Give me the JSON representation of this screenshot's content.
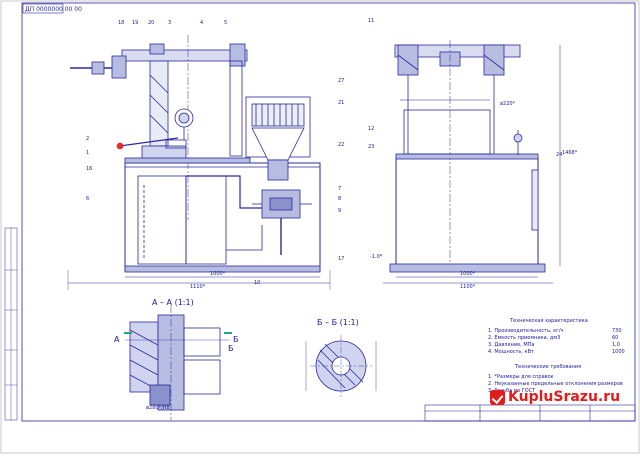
{
  "drawing": {
    "stamp_code": "ДП 0000000 00 00",
    "section_aa_title": "А – А (1:1)",
    "section_bb_title": "Б – Б (1:1)",
    "section_a_mark_left": "А",
    "section_b_mark_left": "Б",
    "section_b_mark_right": "Б",
    "spec_title": "Техническая характеристика",
    "spec_items": [
      "1. Производительность, кг/ч",
      "2. Емкость приемника, дм3",
      "3. Давление, МПа",
      "4. Мощность, кВт"
    ],
    "spec_values": [
      "730",
      "60",
      "1,0",
      "1000"
    ],
    "tech_title": "Технические требования",
    "tech_items": [
      "1. *Размеры для справок",
      "2. Неуказанные предельные отклонения размеров",
      "3. Резьба по ГОСТ"
    ],
    "dims": {
      "front_width": "1110*",
      "front_inner": "1000*",
      "side_width": "1100*",
      "side_inner": "1000*",
      "side_height": "1468*",
      "diameter": "ø220*",
      "shaft": "ø280*/H8",
      "level": "-1.0*"
    },
    "callouts": [
      "18",
      "19",
      "20",
      "3",
      "4",
      "5",
      "2",
      "1",
      "16",
      "27",
      "21",
      "22",
      "6",
      "7",
      "8",
      "9",
      "17",
      "10",
      "11",
      "12",
      "23",
      "24"
    ],
    "watermark": "KupluSrazu.ru"
  }
}
